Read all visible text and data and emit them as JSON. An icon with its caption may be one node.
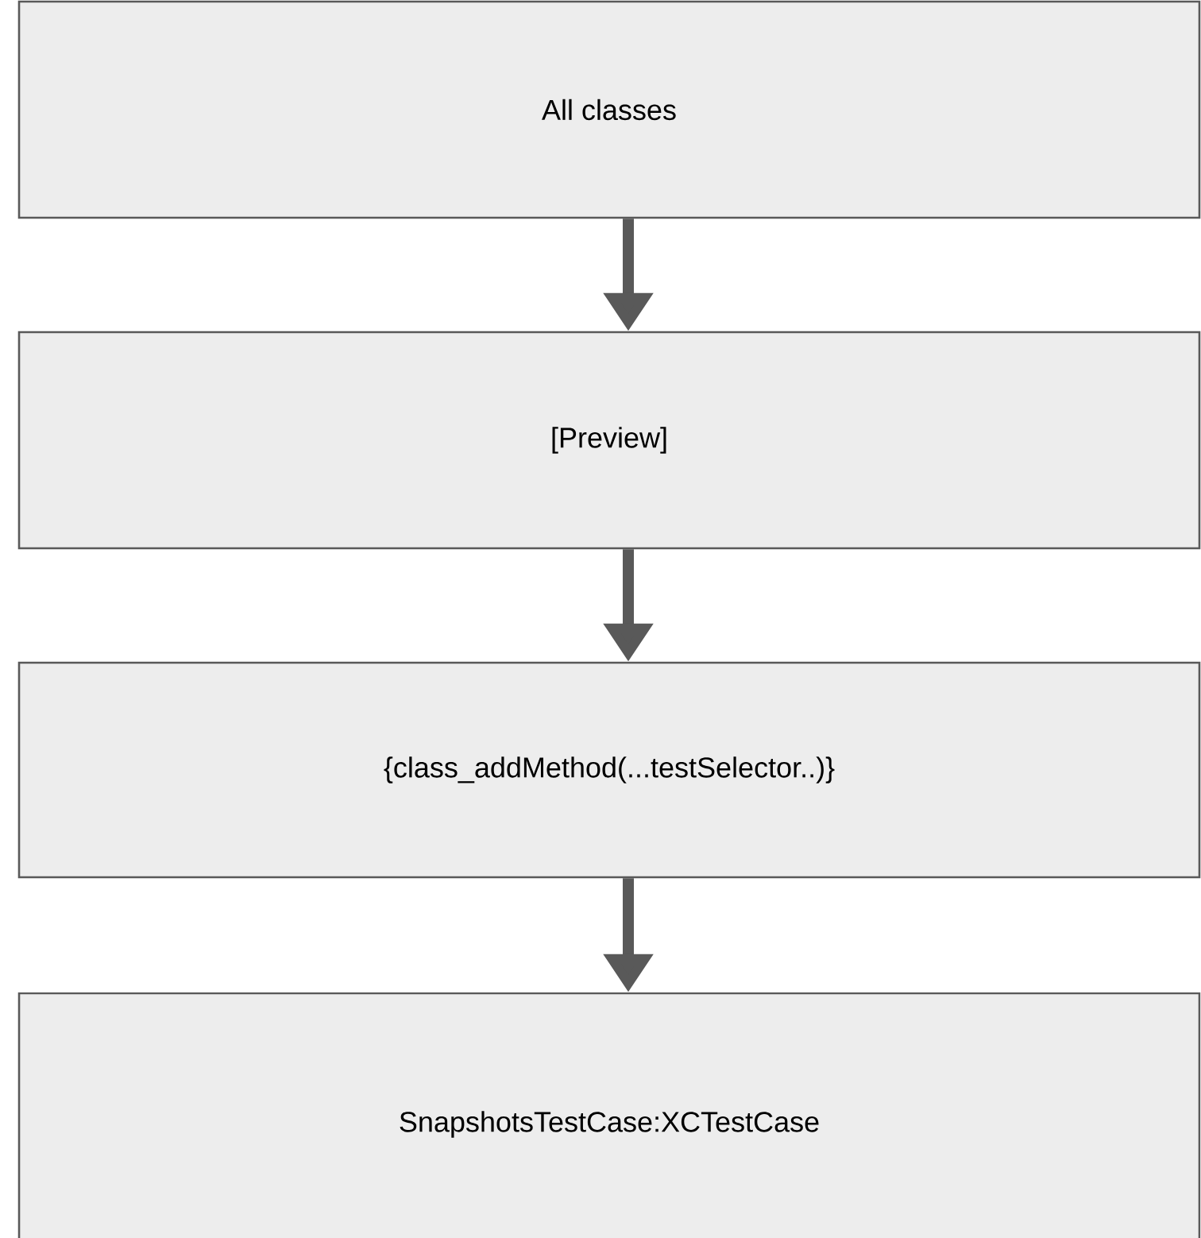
{
  "diagram": {
    "nodes": [
      {
        "text": [
          "All classes"
        ]
      },
      {
        "text": [
          "[Preview]"
        ]
      },
      {
        "text": [
          "{class_addMethod(...testSelector..)}"
        ]
      },
      {
        "text": [
          "SnapshotsTestCase:XCTestCase"
        ]
      }
    ],
    "edges": [
      {
        "from": 0,
        "to": 1,
        "arrow": "to"
      },
      {
        "from": 1,
        "to": 2,
        "arrow": "to"
      },
      {
        "from": 2,
        "to": 3,
        "arrow": "to"
      }
    ]
  }
}
